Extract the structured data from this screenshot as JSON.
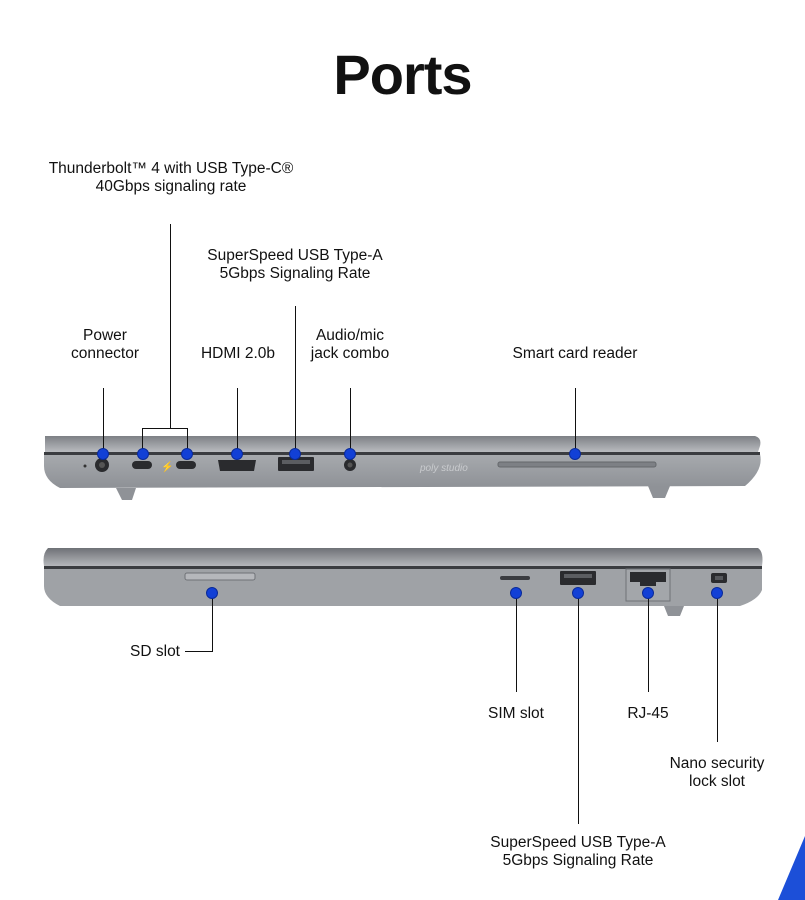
{
  "title": "Ports",
  "labels": {
    "thunderbolt_line1": "Thunderbolt™ 4 with USB Type-C®",
    "thunderbolt_line2": "40Gbps signaling rate",
    "usb_a_top_line1": "SuperSpeed USB Type-A",
    "usb_a_top_line2": "5Gbps Signaling Rate",
    "power_line1": "Power",
    "power_line2": "connector",
    "hdmi": "HDMI 2.0b",
    "audio_line1": "Audio/mic",
    "audio_line2": "jack combo",
    "smart_card": "Smart card reader",
    "sd_slot": "SD slot",
    "sim_slot": "SIM slot",
    "rj45": "RJ-45",
    "nano_line1": "Nano security",
    "nano_line2": "lock slot",
    "usb_a_bottom_line1": "SuperSpeed USB Type-A",
    "usb_a_bottom_line2": "5Gbps Signaling Rate"
  },
  "laptop": {
    "logo_text": "poly studio"
  },
  "colors": {
    "marker": "#1240d6",
    "chassis": "#9a9da2",
    "chassis_dark": "#6f7277",
    "accent": "#1c4fd8"
  }
}
